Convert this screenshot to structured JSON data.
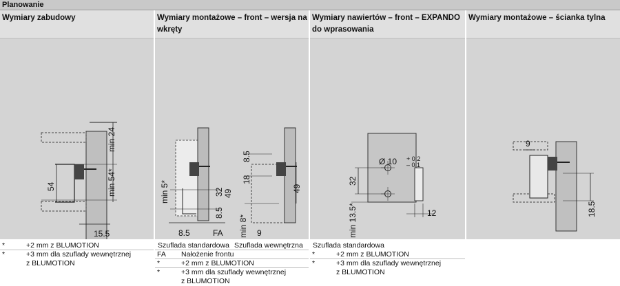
{
  "header": {
    "title": "Planowanie"
  },
  "panels": [
    {
      "title": "Wymiary zabudowy",
      "dims": {
        "d1": "min 24",
        "d2": "54",
        "d3": "min 54*",
        "d4": "15.5"
      }
    },
    {
      "title": "Wymiary montażowe – front – wersja na wkręty",
      "dims": {
        "d1": "min 5*",
        "d2": "32",
        "d3": "49",
        "d4": "8.5",
        "d5": "8.5",
        "d6": "FA",
        "d7": "8.5",
        "d8": "18",
        "d9": "49",
        "d10": "min 8*",
        "d11": "9"
      }
    },
    {
      "title": "Wymiary nawiertów – front – EXPANDO do wprasowania",
      "dims": {
        "dia": "Ø 10",
        "tol_up": "+ 0.2",
        "tol_dn": "– 0.1",
        "d1": "32",
        "d2": "min 13.5*",
        "d3": "12"
      }
    },
    {
      "title": "Wymiary montażowe – ścianka tylna",
      "dims": {
        "d1": "9",
        "d2": "18.5"
      }
    }
  ],
  "notes": {
    "col1": [
      {
        "mark": "*",
        "text": "+2 mm z BLUMOTION"
      },
      {
        "mark": "*",
        "text": "+3 mm dla szuflady wewnętrznej"
      },
      {
        "mark": "",
        "text": "z BLUMOTION"
      }
    ],
    "col2": {
      "head_a": "Szuflada standardowa",
      "head_b": "Szuflada wewnętrzna",
      "rows": [
        {
          "mark": "FA",
          "text": "Nałożenie frontu"
        },
        {
          "mark": "*",
          "text": "+2 mm z BLUMOTION"
        },
        {
          "mark": "*",
          "text": "+3 mm dla szuflady wewnętrznej"
        },
        {
          "mark": "",
          "text": "z BLUMOTION"
        }
      ]
    },
    "col3": {
      "head": "Szuflada standardowa",
      "rows": [
        {
          "mark": "*",
          "text": "+2 mm z BLUMOTION"
        },
        {
          "mark": "*",
          "text": "+3 mm dla szuflady wewnętrznej"
        },
        {
          "mark": "",
          "text": "z BLUMOTION"
        }
      ]
    }
  }
}
